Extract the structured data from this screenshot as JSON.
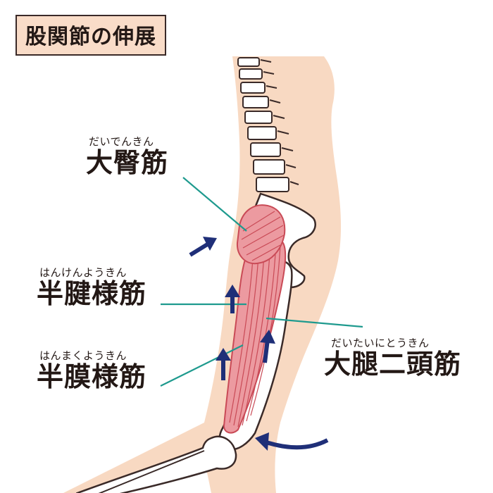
{
  "title": "股関節の伸展",
  "labels": {
    "gluteus_maximus": {
      "ruby": "だいでんきん",
      "name": "大臀筋"
    },
    "semitendinosus": {
      "ruby": "はんけんようきん",
      "name": "半腱様筋"
    },
    "semimembranosus": {
      "ruby": "はんまくようきん",
      "name": "半膜様筋"
    },
    "biceps_femoris": {
      "ruby": "だいたいにとうきん",
      "name": "大腿二頭筋"
    }
  },
  "colors": {
    "skin": "#f8d9c2",
    "outline": "#3a2a28",
    "muscle": "#e88a90",
    "muscle_line": "#c94a56",
    "bone": "#ffffff",
    "leader": "#1e9a8e",
    "arrow": "#1f2f78"
  }
}
